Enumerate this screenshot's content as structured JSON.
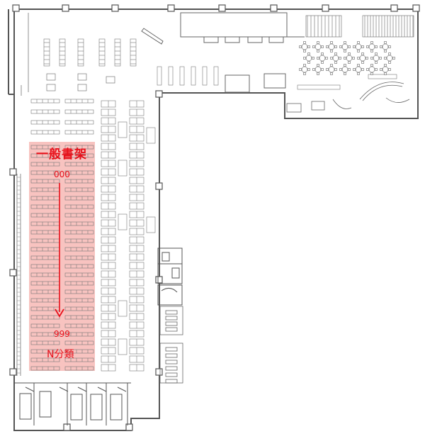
{
  "map": {
    "zone_label": "一般書架",
    "range_start": "000",
    "range_end": "999",
    "classification": "N分類"
  },
  "colors": {
    "highlight_fill": "#f7b8b5",
    "annotation_red": "#e8101a",
    "wall": "#555555",
    "furniture": "#8a8a8a"
  }
}
